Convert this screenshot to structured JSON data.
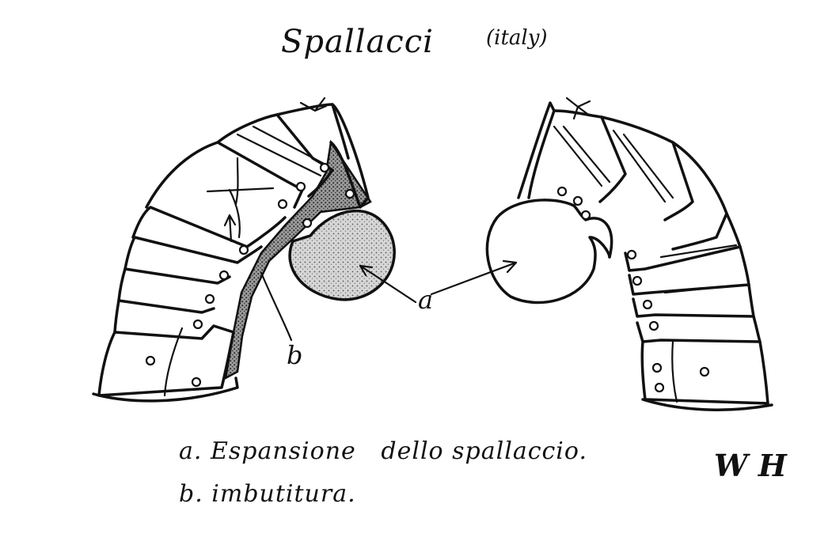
{
  "title": "Spallacci",
  "subtitle": "(italy)",
  "labels": {
    "a": "a",
    "b": "b"
  },
  "captions": [
    "a. Espansione   dello spallaccio.",
    "b. imbutitura."
  ],
  "signature": "W H",
  "colors": {
    "ink": "#111111",
    "shade": "#bdbdbd",
    "paper": "#ffffff"
  }
}
